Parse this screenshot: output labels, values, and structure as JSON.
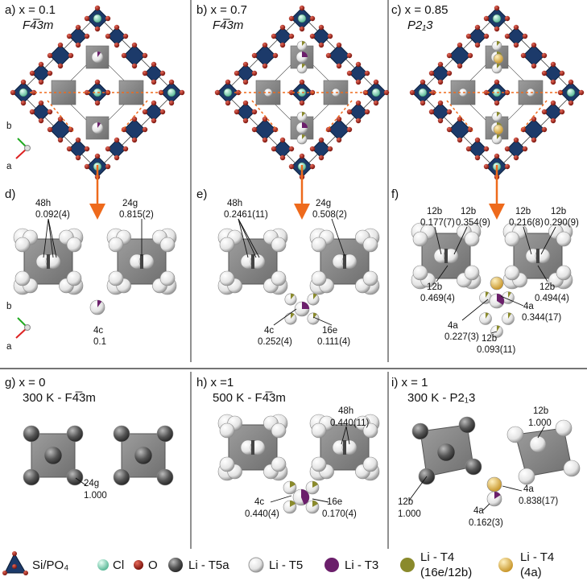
{
  "top": {
    "a": {
      "title": "a) x = 0.1",
      "sg": "F4̅3m"
    },
    "b": {
      "title": "b) x = 0.7",
      "sg": "F4̅3m"
    },
    "c": {
      "title": "c) x = 0.85",
      "sg": "P2₁3"
    }
  },
  "mid": {
    "d": {
      "title": "d)",
      "s1_site": "48h",
      "s1_val": "0.092(4)",
      "s2_site": "24g",
      "s2_val": "0.815(2)",
      "s3_site": "4c",
      "s3_val": "0.1"
    },
    "e": {
      "title": "e)",
      "s1_site": "48h",
      "s1_val": "0.2461(11)",
      "s2_site": "24g",
      "s2_val": "0.508(2)",
      "s3_site": "4c",
      "s3_val": "0.252(4)",
      "s4_site": "16e",
      "s4_val": "0.111(4)"
    },
    "f": {
      "title": "f)",
      "a1_site": "12b",
      "a1_val": "0.177(7)",
      "a2_site": "12b",
      "a2_val": "0.354(9)",
      "a3_site": "12b",
      "a3_val": "0.216(8)",
      "a4_site": "12b",
      "a4_val": "0.290(9)",
      "b1_site": "12b",
      "b1_val": "0.469(4)",
      "b2_site": "12b",
      "b2_val": "0.494(4)",
      "c1_site": "4a",
      "c1_val": "0.227(3)",
      "c2_site": "4a",
      "c2_val": "0.344(17)",
      "c3_site": "12b",
      "c3_val": "0.093(11)"
    }
  },
  "bottom": {
    "g": {
      "title": "g) x = 0",
      "sub": "300 K - F4̅3m",
      "site": "24g",
      "val": "1.000"
    },
    "h": {
      "title": "h) x =1",
      "sub": "500 K - F4̅3m",
      "s1_site": "48h",
      "s1_val": "0.440(11)",
      "s2_site": "4c",
      "s2_val": "0.440(4)",
      "s3_site": "16e",
      "s3_val": "0.170(4)"
    },
    "i": {
      "title": "i) x = 1",
      "sub": "300 K - P2₁3",
      "s1_site": "12b",
      "s1_val": "1.000",
      "s2_site": "12b",
      "s2_val": "1.000",
      "s3_site": "4a",
      "s3_val": "0.838(17)",
      "s4_site": "4a",
      "s4_val": "0.162(3)"
    }
  },
  "axes": {
    "b": "b",
    "a": "a"
  },
  "legend": {
    "tetra": "Si/PO₄",
    "cl": "Cl",
    "o": "O",
    "t5a": "Li - T5a",
    "t5": "Li - T5",
    "t3": "Li - T3",
    "t4e_l1": "Li - T4",
    "t4e_l2": "(16e/12b)",
    "t4a_l1": "Li - T4",
    "t4a_l2": "(4a)"
  },
  "colors": {
    "tetra": "#1c3a6a",
    "cl": "#8fe0c4",
    "o": "#a0190f",
    "t5a": "#555555",
    "t5": "#e4e4e4",
    "t3": "#6b1f6b",
    "t4e": "#8a8a2c",
    "t4a": "#e0b44a",
    "arrow": "#ee6a1c",
    "cage": "#8a8a8a"
  }
}
